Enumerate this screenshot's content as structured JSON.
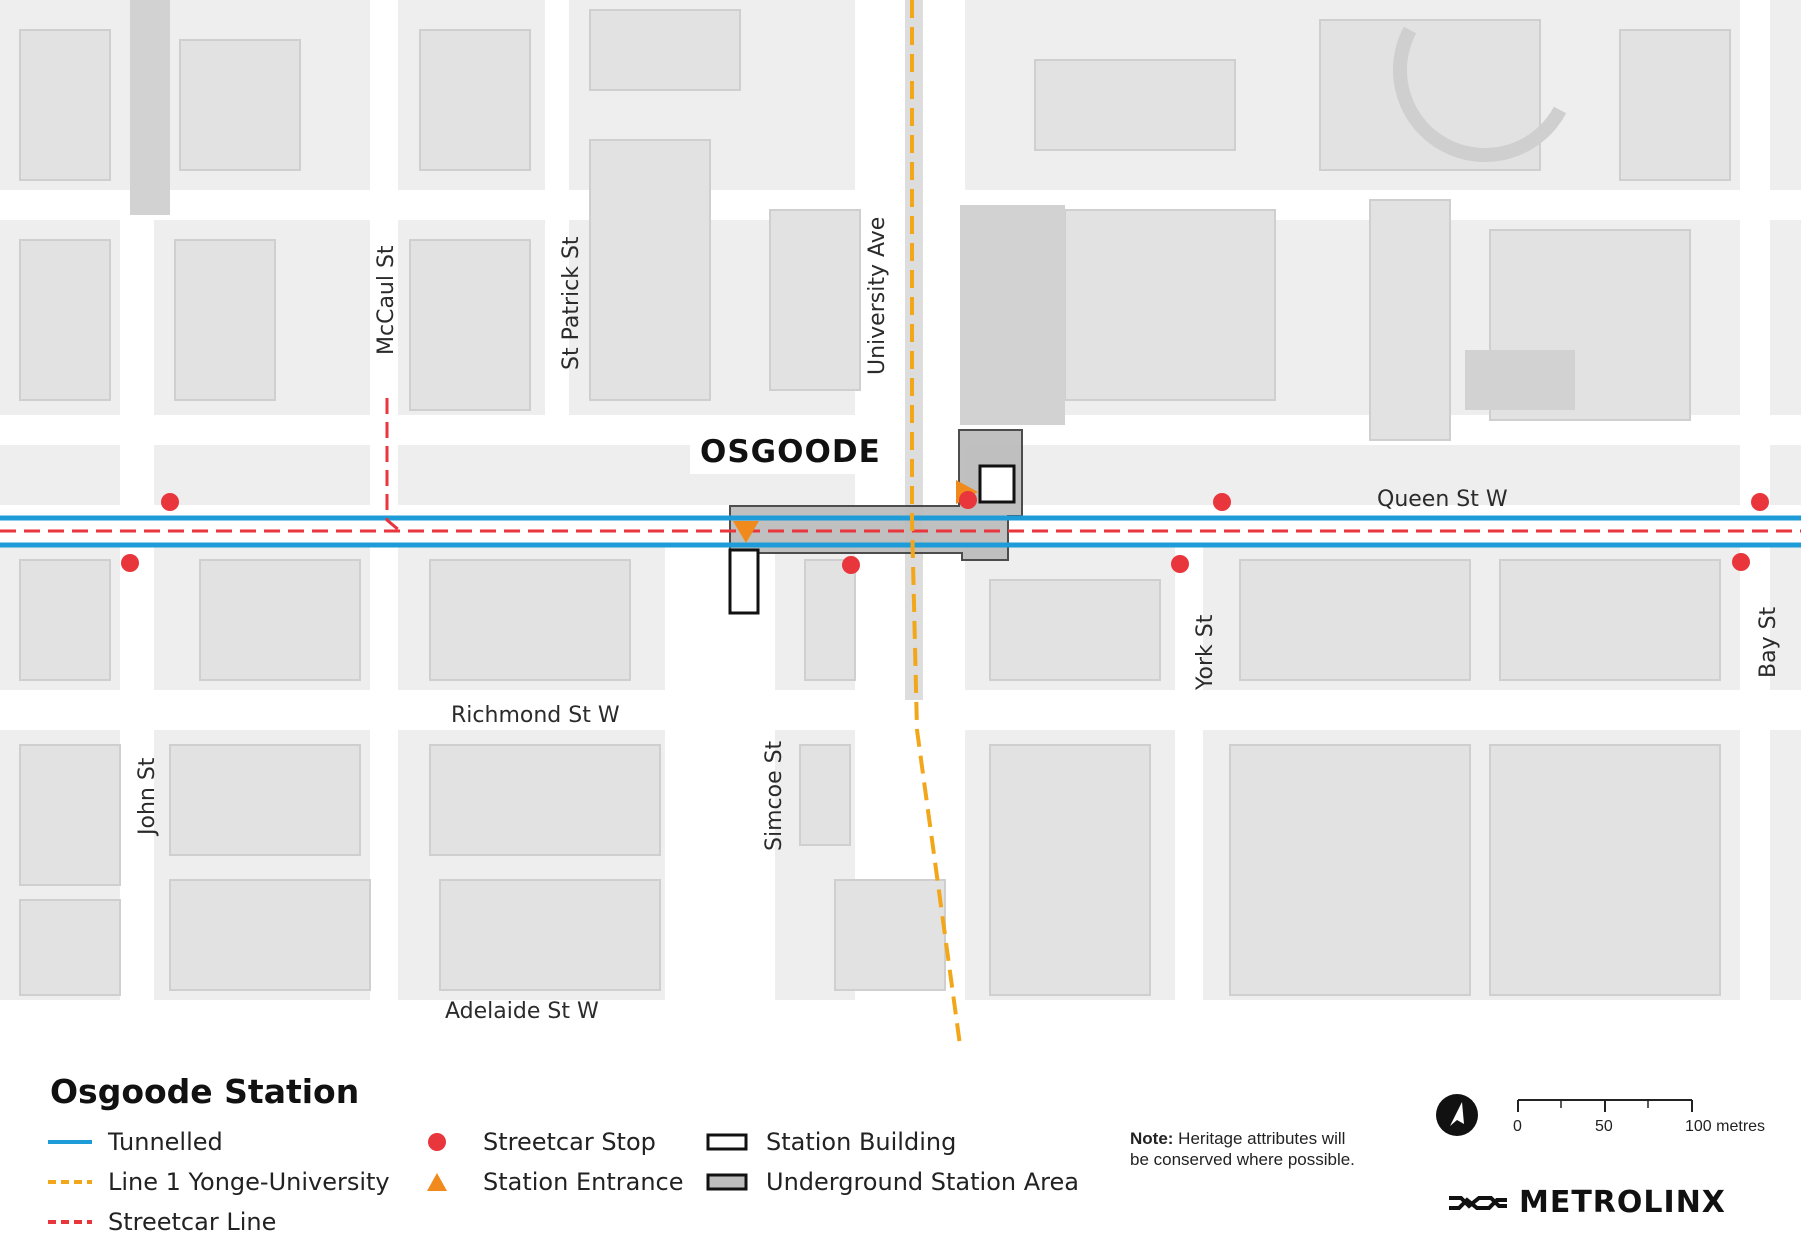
{
  "map": {
    "station_label": "OSGOODE",
    "streets": {
      "queen": "Queen St W",
      "richmond": "Richmond St W",
      "adelaide": "Adelaide St W",
      "university": "University Ave",
      "mccaul": "McCaul St",
      "st_patrick": "St Patrick St",
      "john": "John St",
      "simcoe": "Simcoe St",
      "york": "York St",
      "bay": "Bay St"
    },
    "colors": {
      "tunnelled": "#1e9cd7",
      "line1": "#f2a71b",
      "streetcar_line": "#e8363c",
      "streetcar_stop": "#e8363c",
      "station_entrance": "#f08a1c",
      "underground_area": "#bdbdbd",
      "basemap": "#eeeeee"
    }
  },
  "legend": {
    "title": "Osgoode Station",
    "items": {
      "tunnelled": "Tunnelled",
      "line1": "Line 1 Yonge-University",
      "streetcar_line": "Streetcar Line",
      "streetcar_stop": "Streetcar Stop",
      "station_entrance": "Station Entrance",
      "station_building": "Station Building",
      "underground_area": "Underground Station Area"
    },
    "note_label": "Note:",
    "note_text": " Heritage attributes will be conserved where possible.",
    "scale": {
      "zero": "0",
      "mid": "50",
      "max": "100 metres"
    },
    "brand": "METROLINX",
    "north_icon": "north-arrow-icon"
  }
}
